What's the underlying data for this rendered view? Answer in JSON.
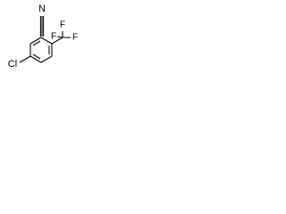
{
  "molecule": {
    "atoms": {
      "nitrile_nitrogen": "N",
      "chlorine": "Cl",
      "fluorine_top": "F",
      "fluorine_left": "F",
      "fluorine_right": "F"
    }
  }
}
